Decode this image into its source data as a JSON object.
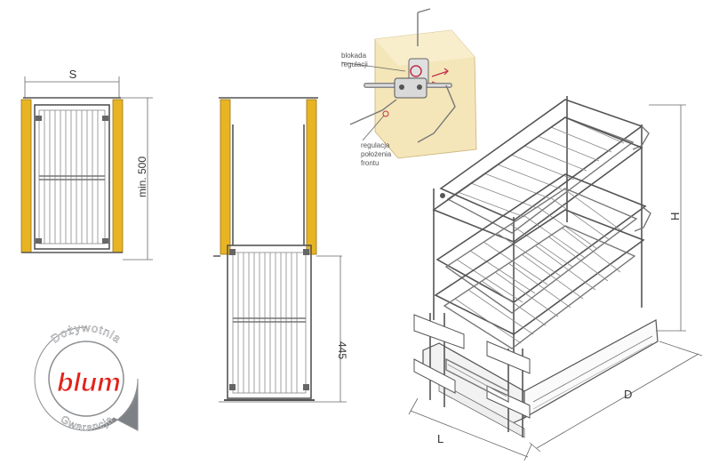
{
  "dimensions": {
    "width_label": "S",
    "min_depth_label": "min. 500",
    "extension_label": "445",
    "height_label": "H",
    "depth_label": "D",
    "length_label": "L"
  },
  "callouts": {
    "lock_line1": "blokada",
    "lock_line2": "regulacji",
    "adjust_line1": "regulacja",
    "adjust_line2": "położenia",
    "adjust_line3": "frontu"
  },
  "badge": {
    "brand": "blum",
    "top_text": "Dożywotnia",
    "bottom_text": "Gwarancja"
  },
  "colors": {
    "cabinet_side": "#e8b423",
    "brand_red": "#e2231a",
    "badge_silver": "#b9bcbf",
    "wood_block": "#f4e6b8"
  }
}
